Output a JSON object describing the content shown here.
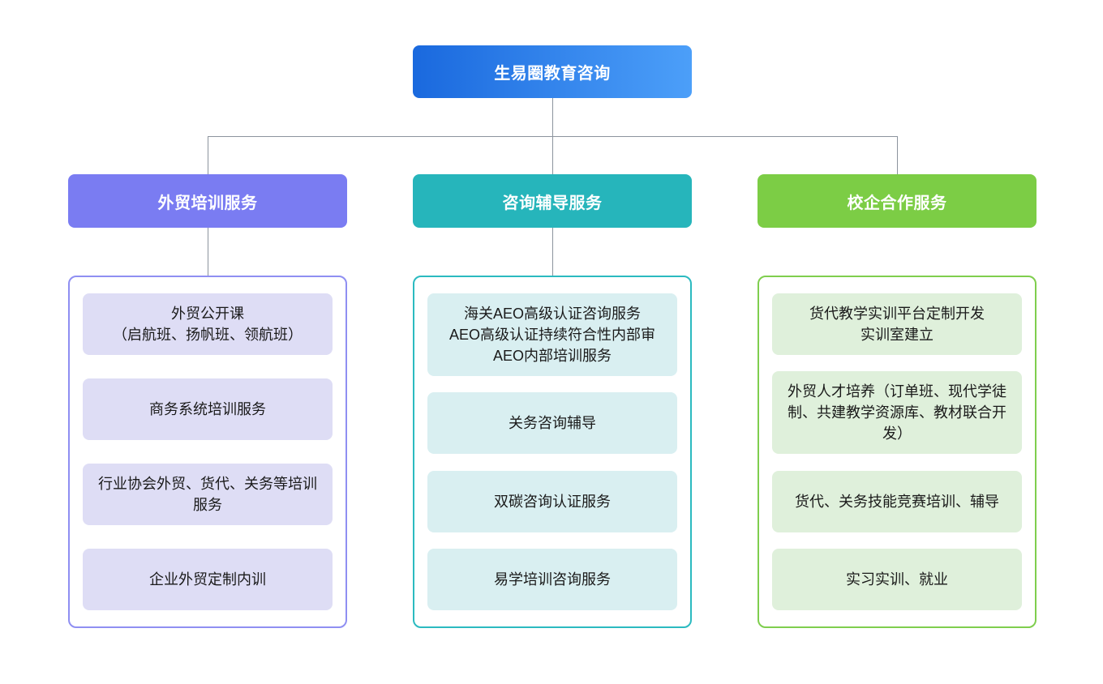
{
  "diagram": {
    "type": "org-chart",
    "background_color": "#ffffff",
    "connector_color": "#8c949e",
    "root": {
      "label": "生易圈教育咨询",
      "gradient_from": "#1a69de",
      "gradient_to": "#4c9ff9",
      "text_color": "#ffffff"
    },
    "branches": [
      {
        "id": "foreign-trade-training",
        "label": "外贸培训服务",
        "header_color": "#7a7cf2",
        "container_border_color": "#8f8ff2",
        "item_bg_color": "#deddf5",
        "connected_to_container": true,
        "items": [
          {
            "label": "外贸公开课\n（启航班、扬帆班、领航班）"
          },
          {
            "label": "商务系统培训服务"
          },
          {
            "label": "行业协会外贸、货代、关务等培训服务"
          },
          {
            "label": "企业外贸定制内训"
          }
        ]
      },
      {
        "id": "consulting-coaching",
        "label": "咨询辅导服务",
        "header_color": "#26b5bb",
        "container_border_color": "#2bbac0",
        "item_bg_color": "#d9eff1",
        "connected_to_container": true,
        "items": [
          {
            "label": "海关AEO高级认证咨询服务\nAEO高级认证持续符合性内部审\nAEO内部培训服务"
          },
          {
            "label": "关务咨询辅导"
          },
          {
            "label": "双碳咨询认证服务"
          },
          {
            "label": "易学培训咨询服务"
          }
        ]
      },
      {
        "id": "school-enterprise-cooperation",
        "label": "校企合作服务",
        "header_color": "#7ccd45",
        "container_border_color": "#7fce4e",
        "item_bg_color": "#dff0db",
        "connected_to_container": false,
        "items": [
          {
            "label": "货代教学实训平台定制开发\n实训室建立"
          },
          {
            "label": "外贸人才培养（订单班、现代学徒制、共建教学资源库、教材联合开发）"
          },
          {
            "label": "货代、关务技能竞赛培训、辅导"
          },
          {
            "label": "实习实训、就业"
          }
        ]
      }
    ]
  }
}
